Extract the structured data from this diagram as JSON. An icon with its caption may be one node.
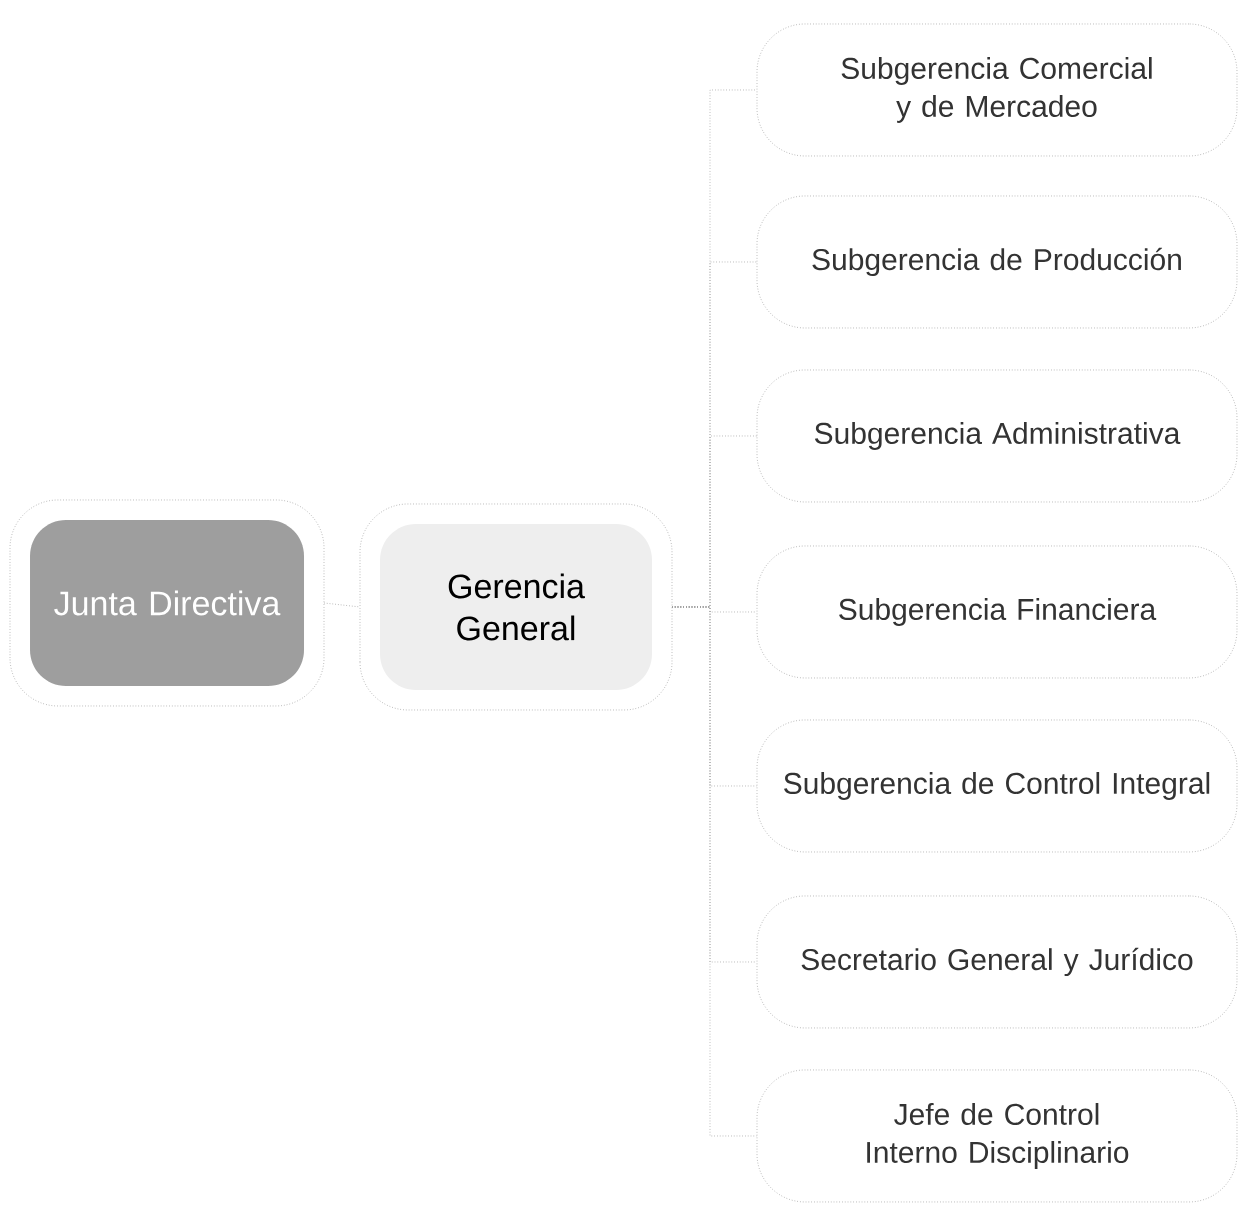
{
  "diagram": {
    "nodes": [
      {
        "text": [
          "Junta Directiva"
        ]
      },
      {
        "text": [
          "Gerencia General"
        ]
      },
      {
        "text": [
          "Subgerencia Comercial y de Mercadeo"
        ]
      },
      {
        "text": [
          "Subgerencia de Producción"
        ]
      },
      {
        "text": [
          "Subgerencia Administrativa"
        ]
      },
      {
        "text": [
          "Subgerencia Financiera"
        ]
      },
      {
        "text": [
          "Subgerencia de Control Integral"
        ]
      },
      {
        "text": [
          "Secretario General y Jurídico"
        ]
      },
      {
        "text": [
          "Jefe de Control Interno Disciplinario"
        ]
      }
    ],
    "edges": [
      {
        "from": 0,
        "to": 1,
        "arrow": "none"
      },
      {
        "from": 1,
        "to": 2,
        "arrow": "none"
      },
      {
        "from": 1,
        "to": 3,
        "arrow": "none"
      },
      {
        "from": 1,
        "to": 4,
        "arrow": "none"
      },
      {
        "from": 1,
        "to": 5,
        "arrow": "none"
      },
      {
        "from": 1,
        "to": 6,
        "arrow": "none"
      },
      {
        "from": 1,
        "to": 7,
        "arrow": "none"
      },
      {
        "from": 1,
        "to": 8,
        "arrow": "none"
      }
    ]
  }
}
